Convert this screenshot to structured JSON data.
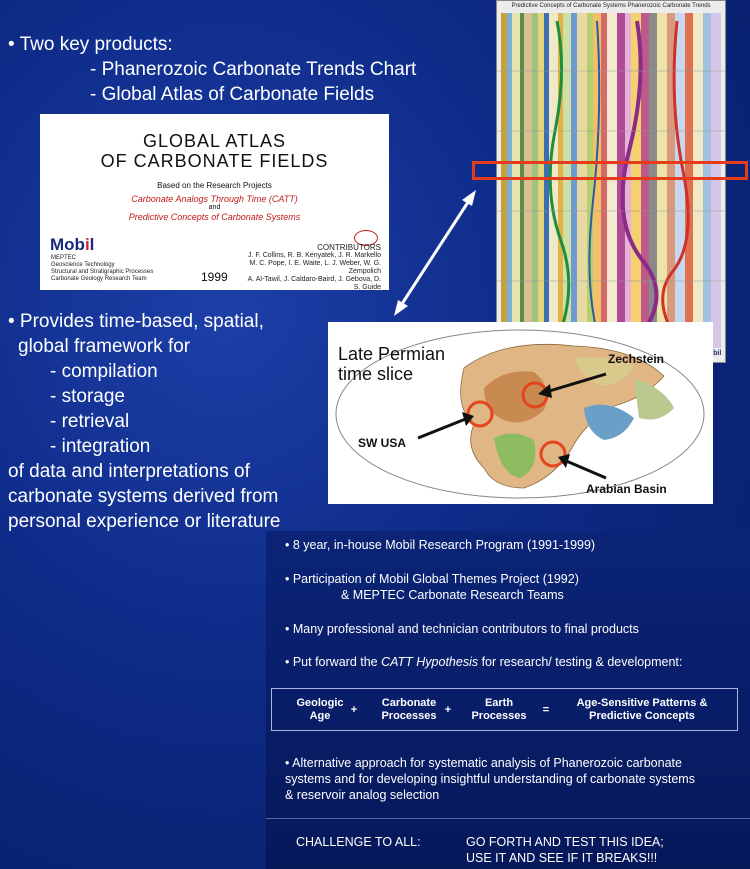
{
  "intro": {
    "bullet": "• Two key products:",
    "items": [
      "- Phanerozoic Carbonate Trends Chart",
      "- Global Atlas of Carbonate Fields"
    ]
  },
  "atlas": {
    "title_line1": "GLOBAL   ATLAS",
    "title_line2": "OF   CARBONATE   FIELDS",
    "based_on": "Based on the Research Projects",
    "project1": "Carbonate Analogs Through Time (CATT)",
    "and": "and",
    "project2": "Predictive Concepts of Carbonate Systems",
    "logo": "Mobil",
    "org_lines": [
      "MEPTEC",
      "Geoscience Technology",
      "Structural and Stratigraphic Processes",
      "Carbonate Geology Research Team"
    ],
    "year": "1999",
    "contributors_label": "CONTRIBUTORS",
    "contributors": [
      "J. F. Collins, R. B. Kenyatek, J. R. Markello",
      "M. C. Pope, I. E. Waite, L. J. Weber, W. G. Zempolich",
      "A. Al-Tawil, J. Caldaro-Baird, J. Gebova, D. S. Guide"
    ]
  },
  "chart": {
    "title": "Predictive Concepts of Carbonate Systems    Phanerozoic Carbonate Trends",
    "logo": "Mobil"
  },
  "framework": {
    "bullet_line1": "• Provides time-based, spatial,",
    "bullet_line2": "global framework for",
    "items": [
      "-  compilation",
      "-  storage",
      "-  retrieval",
      "-  integration"
    ],
    "tail": [
      "of data and interpretations of",
      "carbonate systems derived from",
      "personal experience or literature"
    ]
  },
  "map": {
    "title_line1": "Late Permian",
    "title_line2": "time slice",
    "labels": {
      "zechstein": "Zechstein",
      "sw_usa": "SW USA",
      "arabian": "Arabian Basin"
    }
  },
  "program": {
    "b1": "• 8 year, in-house Mobil Research Program (1991-1999)",
    "b2_line1": "• Participation of Mobil Global Themes Project (1992)",
    "b2_line2": "& MEPTEC Carbonate Research Teams",
    "b3": "• Many professional and technician contributors to final products",
    "b4_pre": "• Put forward the ",
    "b4_em": "CATT Hypothesis",
    "b4_post": " for research/ testing & development:",
    "equation": {
      "t1": [
        "Geologic",
        "Age"
      ],
      "plus1": "+",
      "t2": [
        "Carbonate",
        "Processes"
      ],
      "plus2": "+",
      "t3": [
        "Earth",
        "Processes"
      ],
      "eq": "=",
      "t4": [
        "Age-Sensitive Patterns &",
        "Predictive Concepts"
      ]
    },
    "b5_lines": [
      "• Alternative approach for systematic analysis of Phanerozoic carbonate",
      "systems and for developing insightful understanding of carbonate systems",
      "& reservoir analog selection"
    ],
    "challenge_label": "CHALLENGE TO ALL:",
    "challenge_lines": [
      "GO FORTH AND TEST THIS IDEA;",
      "USE IT AND SEE IF IT BREAKS!!!"
    ]
  }
}
